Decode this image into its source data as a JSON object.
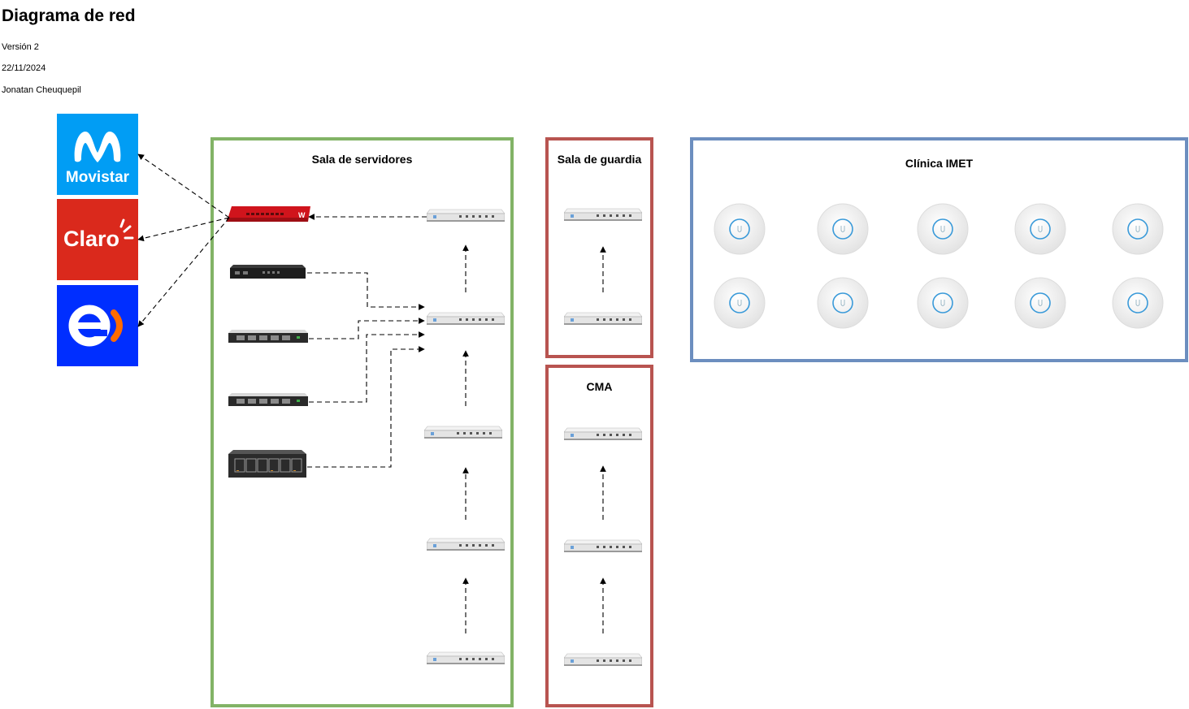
{
  "header": {
    "title": "Diagrama de red",
    "version": "Versión 2",
    "date": "22/11/2024",
    "author": "Jonatan Cheuquepil"
  },
  "isps": {
    "movistar": {
      "label": "Movistar",
      "color": "#019DF4",
      "icon": "movistar-logo"
    },
    "claro": {
      "label": "Claro",
      "color": "#DA291C",
      "icon": "claro-logo"
    },
    "entel": {
      "color": "#002EFF",
      "accent": "#FF6B00",
      "icon": "entel-logo"
    }
  },
  "zones": {
    "servidores": {
      "title": "Sala de servidores",
      "border_color": "#82B366"
    },
    "guardia": {
      "title": "Sala de guardia",
      "border_color": "#B85450"
    },
    "cma": {
      "title": "CMA",
      "border_color": "#B85450"
    },
    "imet": {
      "title": "Clínica IMET",
      "border_color": "#6C8EBF"
    }
  },
  "devices": {
    "firewall": {
      "icon": "watchguard-firewall-icon",
      "color": "#D0141C"
    },
    "switch": {
      "icon": "network-switch-icon"
    },
    "server": {
      "icon": "rack-server-icon"
    },
    "access_point": {
      "icon": "wireless-access-point-icon",
      "count": 10
    }
  }
}
